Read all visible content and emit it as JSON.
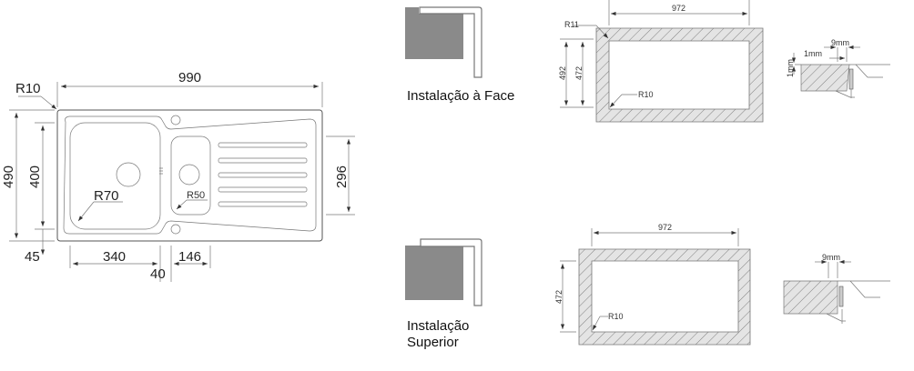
{
  "sink_plan": {
    "r10": "R10",
    "width": "990",
    "height": "490",
    "bowl_height": "400",
    "offset": "45",
    "drainer_height": "296",
    "bowl_width": "340",
    "gap": "40",
    "small_bowl_width": "146",
    "r70": "R70",
    "r50": "R50"
  },
  "flush_install": {
    "label": "Instalação à Face",
    "cutout_width": "972",
    "outer_height": "492",
    "inner_height": "472",
    "r11": "R11",
    "r10": "R10",
    "detail_9mm": "9mm",
    "detail_1mm_h": "1mm",
    "detail_1mm_v": "1mm"
  },
  "top_install": {
    "label_line1": "Instalação",
    "label_line2": "Superior",
    "cutout_width": "972",
    "inner_height": "472",
    "r10": "R10",
    "detail_9mm": "9mm"
  },
  "colors": {
    "icon_fill": "#8a8a8a",
    "hatch_bg": "#e4e4e4",
    "line": "#555555"
  }
}
